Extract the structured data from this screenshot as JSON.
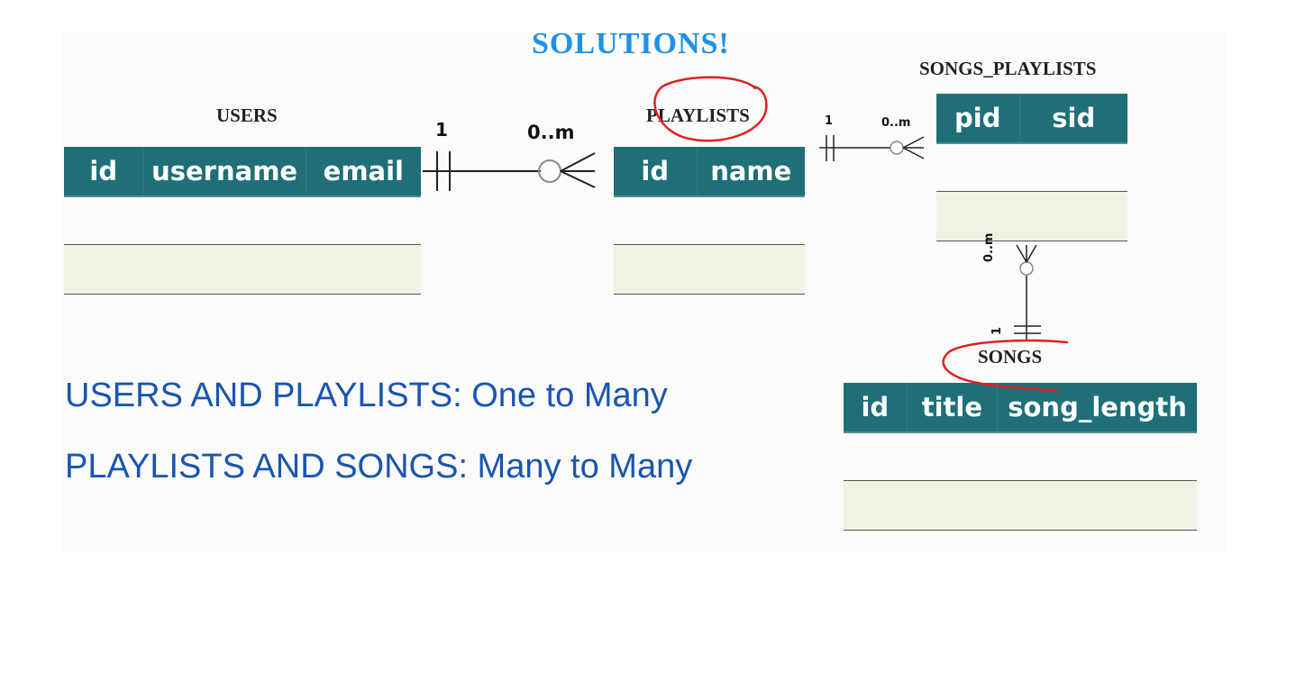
{
  "title": "SOLUTIONS!",
  "tables": {
    "users": {
      "name": "USERS",
      "columns": [
        "id",
        "username",
        "email"
      ]
    },
    "playlists": {
      "name": "PLAYLISTS",
      "columns": [
        "id",
        "name"
      ]
    },
    "songs_playlists": {
      "name": "SONGS_PLAYLISTS",
      "columns": [
        "pid",
        "sid"
      ]
    },
    "songs": {
      "name": "SONGS",
      "columns": [
        "id",
        "title",
        "song_length"
      ]
    }
  },
  "relationships": {
    "users_playlists": {
      "one": "1",
      "many": "0..m"
    },
    "playlists_songs_playlists": {
      "one": "1",
      "many": "0..m"
    },
    "songs_songs_playlists": {
      "one": "1",
      "many": "0..m"
    }
  },
  "notes": [
    "USERS AND PLAYLISTS: One to Many",
    "PLAYLISTS AND SONGS: Many to Many"
  ],
  "colors": {
    "header_bg": "#1f6f78",
    "row_bg": "#f2f2e4",
    "title": "#1e90e6",
    "note_text": "#1a55b0",
    "annotation": "#e02020"
  }
}
